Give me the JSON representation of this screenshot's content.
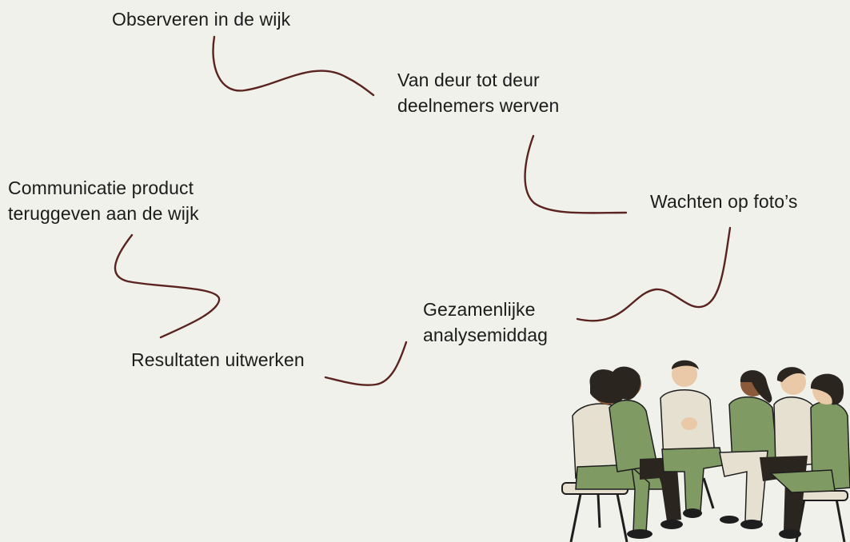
{
  "steps": [
    {
      "id": "observeren",
      "lines": [
        "Observeren in de wijk"
      ]
    },
    {
      "id": "werven",
      "lines": [
        "Van deur tot deur",
        "deelnemers werven"
      ]
    },
    {
      "id": "wachten",
      "lines": [
        "Wachten op foto’s"
      ]
    },
    {
      "id": "analyse",
      "lines": [
        "Gezamenlijke",
        "analysemiddag"
      ]
    },
    {
      "id": "resultaten",
      "lines": [
        "Resultaten uitwerken"
      ]
    },
    {
      "id": "communicatie",
      "lines": [
        "Communicatie product",
        "teruggeven aan de wijk"
      ]
    }
  ],
  "colors": {
    "background": "#f1f1eb",
    "connector": "#5a2320",
    "text": "#1c1c1c",
    "shirt_green": "#7f9a63",
    "shirt_cream": "#e6e0d0",
    "skin": "#e9c9a8",
    "skin_dark": "#8a5a3a",
    "hair": "#2b2520"
  },
  "illustration": {
    "icon": "group-meeting-illustration"
  }
}
